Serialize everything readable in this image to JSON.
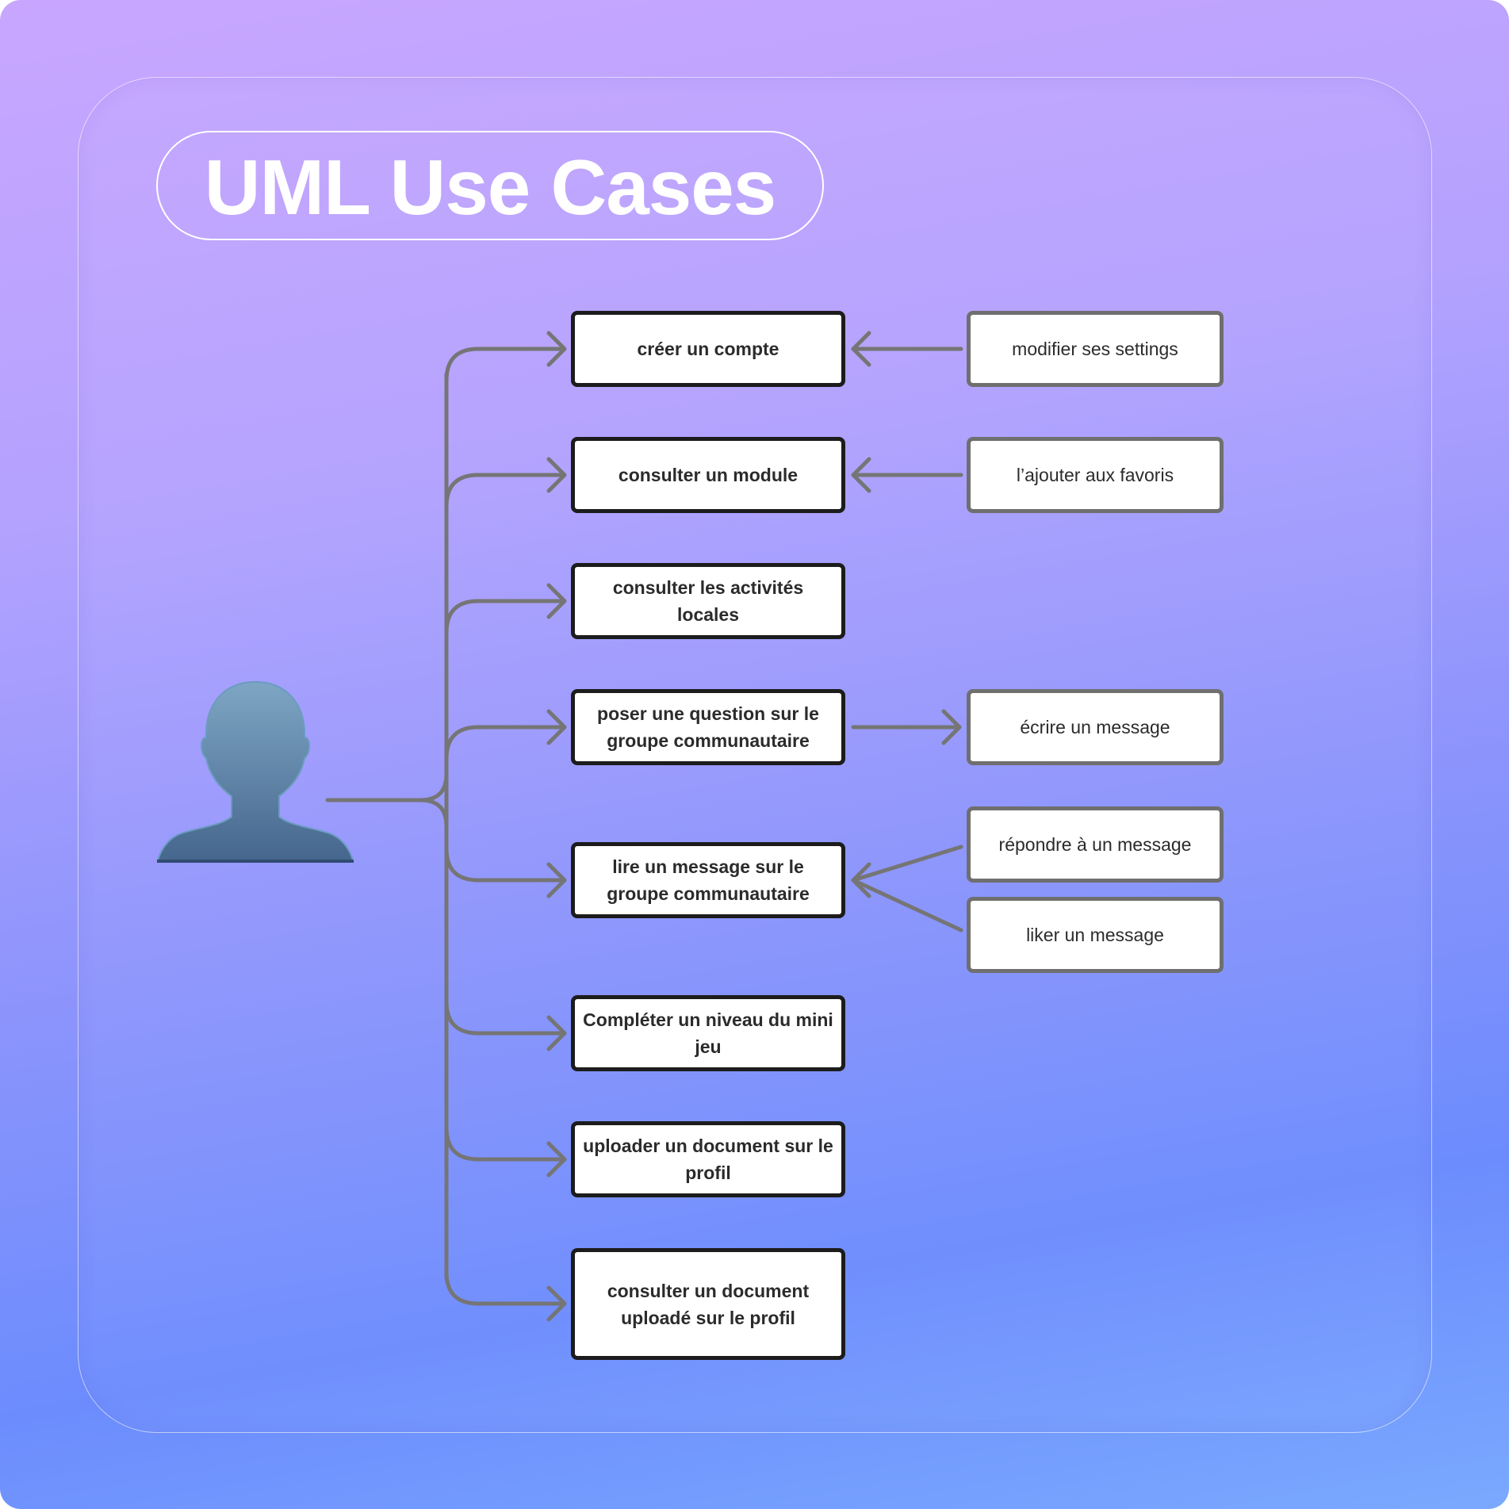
{
  "title": "UML Use Cases",
  "actor": {
    "name": "user-actor",
    "icon": "user-silhouette-icon"
  },
  "colors": {
    "line": "#757575",
    "main_border": "#1c1c1c",
    "ext_border": "#6f6f6f",
    "box_fill": "#ffffff",
    "text": "#2b2b2b",
    "title": "#ffffff"
  },
  "use_cases": [
    {
      "id": "uc1",
      "label": "créer un compte"
    },
    {
      "id": "uc2",
      "label": "consulter un module"
    },
    {
      "id": "uc3",
      "label": "consulter les activités locales"
    },
    {
      "id": "uc4",
      "label": "poser une question sur le groupe communautaire"
    },
    {
      "id": "uc5",
      "label": "lire un message sur le groupe communautaire"
    },
    {
      "id": "uc6",
      "label": "Compléter un niveau du mini jeu"
    },
    {
      "id": "uc7",
      "label": "uploader un document sur le profil"
    },
    {
      "id": "uc8",
      "label": "consulter un document uploadé sur le profil"
    }
  ],
  "extensions": [
    {
      "id": "ex1",
      "label": "modifier ses settings",
      "relation": "points-to",
      "target": "uc1"
    },
    {
      "id": "ex2",
      "label": "l’ajouter aux favoris",
      "relation": "points-to",
      "target": "uc2"
    },
    {
      "id": "ex3",
      "label": "écrire un message",
      "relation": "pointed-from",
      "target": "uc4"
    },
    {
      "id": "ex4",
      "label": "répondre à un message",
      "relation": "points-to",
      "target": "uc5"
    },
    {
      "id": "ex5",
      "label": "liker un message",
      "relation": "points-to",
      "target": "uc5"
    }
  ]
}
